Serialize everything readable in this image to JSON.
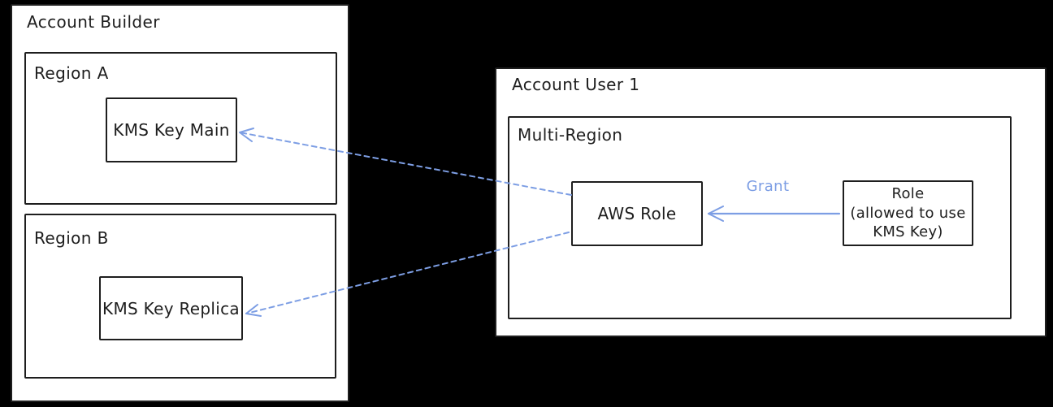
{
  "account_builder": {
    "title": "Account Builder",
    "region_a": {
      "title": "Region A",
      "node": "KMS Key Main"
    },
    "region_b": {
      "title": "Region B",
      "node": "KMS Key Replica"
    }
  },
  "account_user": {
    "title": "Account User 1",
    "multi_region": {
      "title": "Multi-Region",
      "aws_role": "AWS Role",
      "role": {
        "line1": "Role",
        "line2": "(allowed to use",
        "line3": "KMS Key)"
      }
    }
  },
  "edges": [
    {
      "from": "AWS Role",
      "to": "KMS Key Main",
      "style": "dashed-arrow",
      "label": ""
    },
    {
      "from": "AWS Role",
      "to": "KMS Key Replica",
      "style": "dashed-arrow",
      "label": ""
    },
    {
      "from": "Role (allowed to use KMS Key)",
      "to": "AWS Role",
      "style": "solid-arrow",
      "label": "Grant"
    }
  ],
  "colors": {
    "background": "#000000",
    "box_fill": "#ffffff",
    "stroke": "#1e1e1e",
    "accent_blue": "#7d9ee4"
  }
}
